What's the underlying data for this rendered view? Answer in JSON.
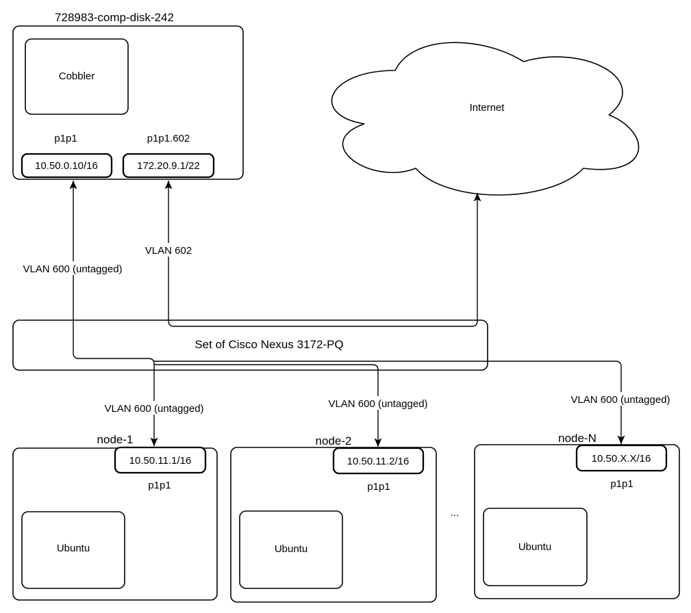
{
  "diagram": {
    "server": {
      "title": "728983-comp-disk-242",
      "app": "Cobbler",
      "interfaces": [
        {
          "name": "p1p1",
          "ip": "10.50.0.10/16"
        },
        {
          "name": "p1p1.602",
          "ip": "172.20.9.1/22"
        }
      ]
    },
    "internet": {
      "label": "Internet"
    },
    "switch": {
      "label": "Set of Cisco Nexus 3172-PQ"
    },
    "links": {
      "cobbler_vlan600": "VLAN 600 (untagged)",
      "vlan602": "VLAN 602",
      "node1_vlan600": "VLAN 600 (untagged)",
      "node2_vlan600": "VLAN 600 (untagged)",
      "nodeN_vlan600": "VLAN 600 (untagged)"
    },
    "nodes": [
      {
        "title": "node-1",
        "ip": "10.50.11.1/16",
        "iface": "p1p1",
        "os": "Ubuntu"
      },
      {
        "title": "node-2",
        "ip": "10.50.11.2/16",
        "iface": "p1p1",
        "os": "Ubuntu"
      },
      {
        "title": "node-N",
        "ip": "10.50.X.X/16",
        "iface": "p1p1",
        "os": "Ubuntu"
      }
    ],
    "ellipsis": "...",
    "colors": {
      "stroke": "#000000",
      "background": "#ffffff"
    }
  }
}
